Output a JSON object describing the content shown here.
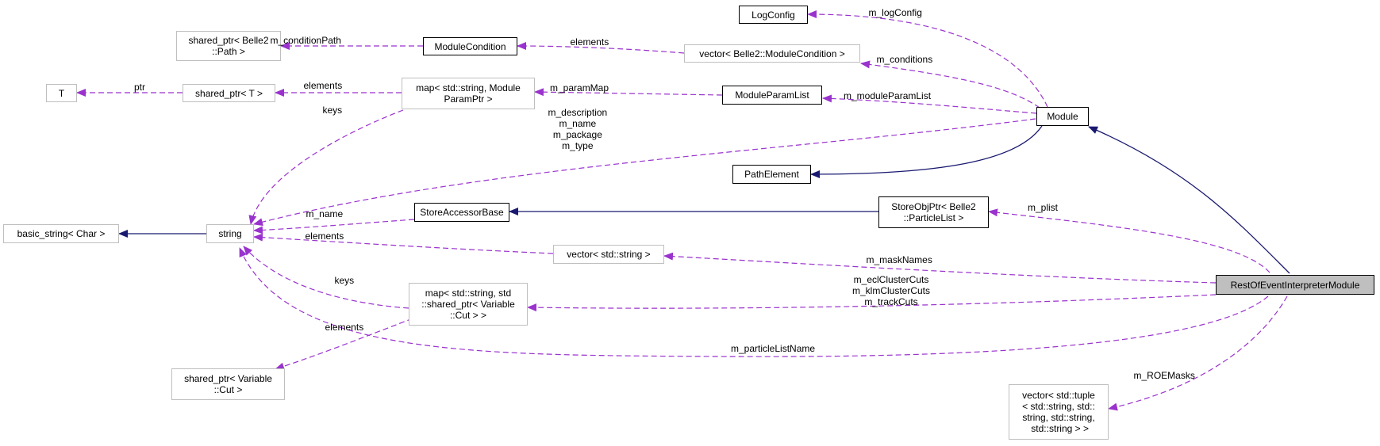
{
  "diagram": {
    "colors": {
      "composition": "#9a32cd",
      "inheritance": "#191970",
      "node_border": "#000000",
      "node_border_dim": "#bfbfbf",
      "focus_fill": "#bfbfbf"
    },
    "nodes": {
      "log_config": "LogConfig",
      "shared_ptr_path": "shared_ptr< Belle2\n::Path >",
      "module_condition": "ModuleCondition",
      "vector_module_condition": "vector< Belle2::ModuleCondition >",
      "t": "T",
      "shared_ptr_t": "shared_ptr< T >",
      "map_module_param": "map< std::string, Module\nParamPtr >",
      "module_param_list": "ModuleParamList",
      "module": "Module",
      "path_element": "PathElement",
      "basic_string": "basic_string< Char >",
      "string": "string",
      "store_accessor_base": "StoreAccessorBase",
      "store_obj_ptr": "StoreObjPtr< Belle2\n::ParticleList >",
      "vector_string": "vector< std::string >",
      "map_shared_ptr_cut": "map< std::string, std\n::shared_ptr< Variable\n::Cut > >",
      "shared_ptr_cut": "shared_ptr< Variable\n::Cut >",
      "vector_tuple": "vector< std::tuple\n< std::string, std::\nstring, std::string,\n std::string > >",
      "roe_interpreter": "RestOfEventInterpreterModule"
    },
    "edge_labels": {
      "m_log_config": "m_logConfig",
      "m_condition_path": "m_conditionPath",
      "elements_conditions": "elements",
      "m_conditions": "m_conditions",
      "ptr": "ptr",
      "elements_map": "elements",
      "m_param_map": "m_paramMap",
      "m_module_param_list": "m_moduleParamList",
      "keys_map": "keys",
      "module_strings": "m_description\nm_name\nm_package\nm_type",
      "m_name": "m_name",
      "elements_vector": "elements",
      "m_plist": "m_plist",
      "m_mask_names": "m_maskNames",
      "keys_cut_map": "keys",
      "cuts": "m_eclClusterCuts\nm_klmClusterCuts\nm_trackCuts",
      "elements_cut": "elements",
      "m_particle_list_name": "m_particleListName",
      "m_roe_masks": "m_ROEMasks"
    }
  }
}
